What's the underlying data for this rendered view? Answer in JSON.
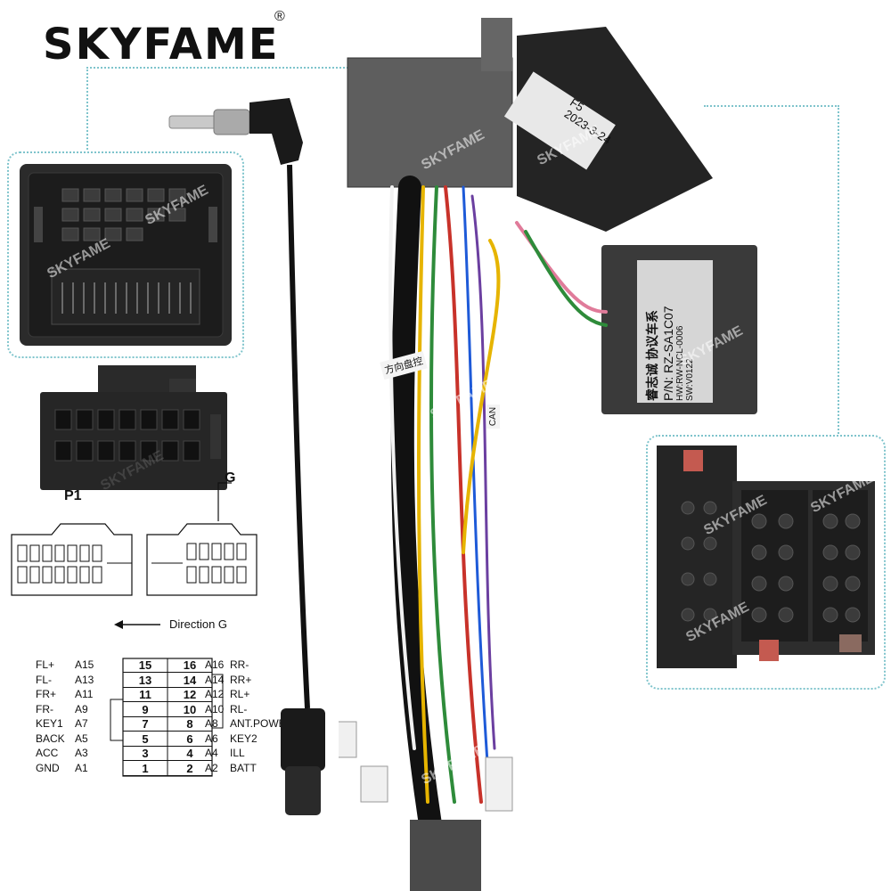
{
  "brand": {
    "name": "SKYFAME",
    "registered": "®",
    "watermark": "SKYFAME"
  },
  "connector_labels": {
    "p1": "P1",
    "g": "G",
    "direction": "Direction G"
  },
  "can_box_label": {
    "line1": "睿志诚 协议车系",
    "line2": "P/N: RZ-SA1C07",
    "line3": "HW:RW-NCL-0006",
    "line4": "SW:V0122"
  },
  "relay_label": {
    "line1": "F5",
    "line2": "2023-3-24"
  },
  "tags": {
    "steering": "方向盘控",
    "can": "CAN"
  },
  "pinout": {
    "left": [
      {
        "signal": "FL+",
        "pin": "A15",
        "num": "15"
      },
      {
        "signal": "FL-",
        "pin": "A13",
        "num": "13"
      },
      {
        "signal": "FR+",
        "pin": "A11",
        "num": "11"
      },
      {
        "signal": "FR-",
        "pin": "A9",
        "num": "9"
      },
      {
        "signal": "KEY1",
        "pin": "A7",
        "num": "7"
      },
      {
        "signal": "BACK",
        "pin": "A5",
        "num": "5"
      },
      {
        "signal": "ACC",
        "pin": "A3",
        "num": "3"
      },
      {
        "signal": "GND",
        "pin": "A1",
        "num": "1"
      }
    ],
    "right": [
      {
        "signal": "RR-",
        "pin": "A16",
        "num": "16"
      },
      {
        "signal": "RR+",
        "pin": "A14",
        "num": "14"
      },
      {
        "signal": "RL+",
        "pin": "A12",
        "num": "12"
      },
      {
        "signal": "RL-",
        "pin": "A10",
        "num": "10"
      },
      {
        "signal": "ANT.POWER",
        "pin": "A8",
        "num": "8"
      },
      {
        "signal": "KEY2",
        "pin": "A6",
        "num": "6"
      },
      {
        "signal": "ILL",
        "pin": "A4",
        "num": "4"
      },
      {
        "signal": "BATT",
        "pin": "A2",
        "num": "2"
      }
    ]
  },
  "colors": {
    "accent_dotted": "#7fc4cc",
    "connector_body": "#2a2a2a",
    "wire_red": "#c8322a",
    "wire_yellow": "#e6b400",
    "wire_green": "#2e8b3a"
  }
}
